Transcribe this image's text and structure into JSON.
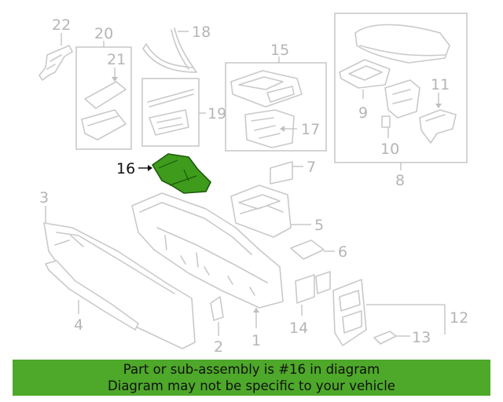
{
  "diagram": {
    "labels": {
      "l1": "1",
      "l2": "2",
      "l3": "3",
      "l4": "4",
      "l5": "5",
      "l6": "6",
      "l7": "7",
      "l8": "8",
      "l9": "9",
      "l10": "10",
      "l11": "11",
      "l12": "12",
      "l13": "13",
      "l14": "14",
      "l15": "15",
      "l16": "16",
      "l17": "17",
      "l18": "18",
      "l19": "19",
      "l20": "20",
      "l21": "21",
      "l22": "22"
    },
    "highlighted_part": "16",
    "colors": {
      "highlight_fill": "#3e9b1c",
      "line": "#c9c9c9",
      "label": "#b5b5b5",
      "banner": "#4ea82a"
    }
  },
  "banner": {
    "line1": "Part or sub-assembly is #16 in diagram",
    "line2": "Diagram may not be specific to your vehicle"
  }
}
